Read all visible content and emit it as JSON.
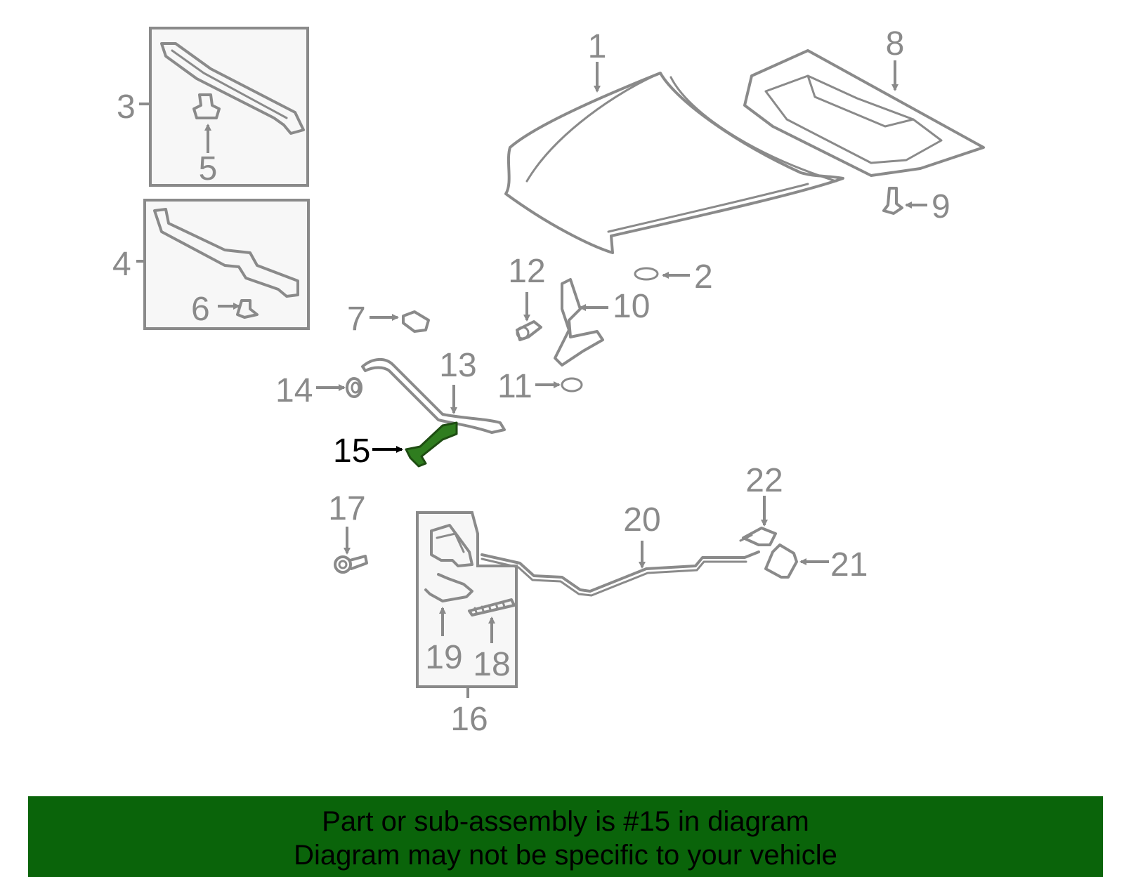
{
  "diagram": {
    "labels": {
      "p1": "1",
      "p2": "2",
      "p3": "3",
      "p4": "4",
      "p5": "5",
      "p6": "6",
      "p7": "7",
      "p8": "8",
      "p9": "9",
      "p10": "10",
      "p11": "11",
      "p12": "12",
      "p13": "13",
      "p14": "14",
      "p15": "15",
      "p16": "16",
      "p17": "17",
      "p18": "18",
      "p19": "19",
      "p20": "20",
      "p21": "21",
      "p22": "22"
    },
    "highlighted_part": "15",
    "colors": {
      "highlight": "#2f7d1f",
      "parts": "#8a8a8a",
      "banner": "#0a640a"
    }
  },
  "banner": {
    "line1": "Part or sub-assembly is #15 in diagram",
    "line2": "Diagram may not be specific to your vehicle"
  }
}
